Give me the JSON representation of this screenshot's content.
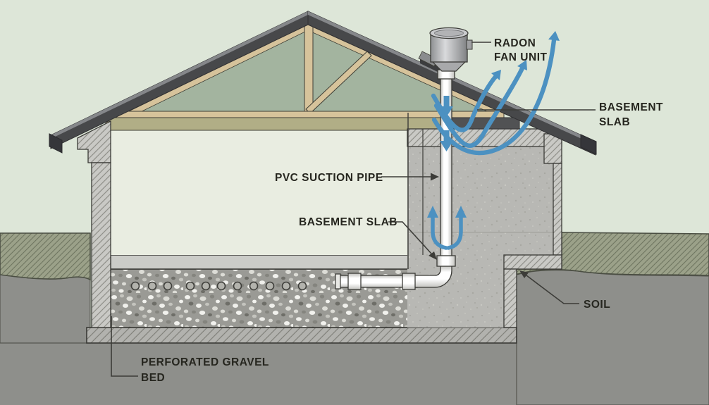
{
  "diagram": {
    "title": "Radon mitigation system house cross-section",
    "labels": {
      "radon_fan_unit": {
        "line1": "RADON",
        "line2": "FAN UNIT"
      },
      "basement_slab_upper": {
        "line1": "BASEMENT",
        "line2": "SLAB"
      },
      "pvc_suction_pipe": {
        "text": "PVC SUCTION PIPE"
      },
      "basement_slab_lower": {
        "text": "BASEMENT SLAB"
      },
      "soil": {
        "text": "SOIL"
      },
      "perforated_gravel_bed": {
        "line1": "PERFORATED GRAVEL",
        "line2": "BED"
      }
    },
    "colors": {
      "background": "#dde6d8",
      "attic": "#a3b49f",
      "roof_dark": "#47484a",
      "roof_highlight": "#85878a",
      "truss_wood": "#d6c39b",
      "ceiling_band": "#b1ae86",
      "interior": "#e9ede1",
      "wall_hatch": "#c9c9c5",
      "concrete": "#b8b8b4",
      "slab": "#cbccc8",
      "gravel": "#9a9a95",
      "topsoil": "#9ba189",
      "soil": "#8e8f8b",
      "pipe": "#f4f4f1",
      "fan_body": "#b6b7b9",
      "airflow_blue": "#4c91c1",
      "label_text": "#26261f"
    }
  }
}
